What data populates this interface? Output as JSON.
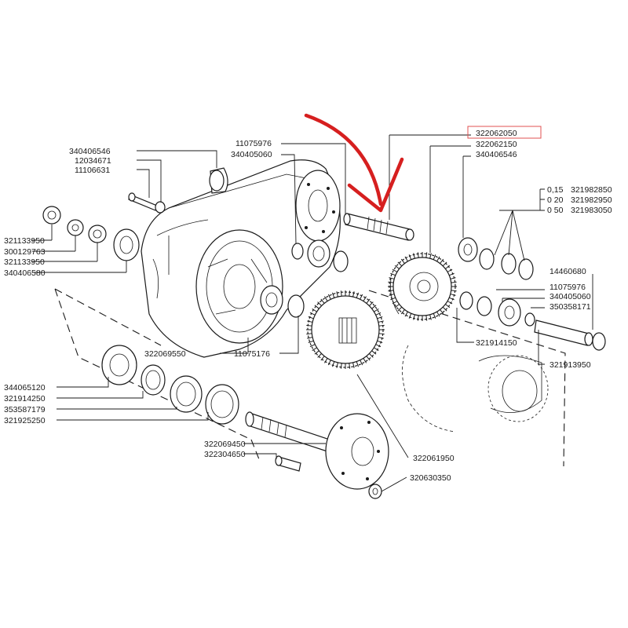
{
  "highlight_color": "#e05050",
  "arrow_color": "#d61f1f",
  "labels": {
    "l340406546a": "340406546",
    "l12034671": "12034671",
    "l11106631": "11106631",
    "l321133950a": "321133950",
    "l300129763": "300129763",
    "l321133950b": "321133950",
    "l340406580": "340406580",
    "l11075976a": "11075976",
    "l340405060a": "340405060",
    "l322062050": "322062050",
    "l322062150": "322062150",
    "l340406546b": "340406546",
    "shim_015": "0,15",
    "shim_020": "0 20",
    "shim_050": "0 50",
    "l321982850": "321982850",
    "l321982950": "321982950",
    "l321983050": "321983050",
    "l14460680": "14460680",
    "l11075976b": "11075976",
    "l340405060b": "340405060",
    "l350358171": "350358171",
    "l321914150": "321914150",
    "l321913950": "321913950",
    "l322069550": "322069550",
    "l11075176": "11075176",
    "l344065120": "344065120",
    "l321914250": "321914250",
    "l353587179": "353587179",
    "l321925250": "321925250",
    "l322069450": "322069450",
    "l322304650": "322304650",
    "l322061950": "322061950",
    "l320630350": "320630350"
  }
}
